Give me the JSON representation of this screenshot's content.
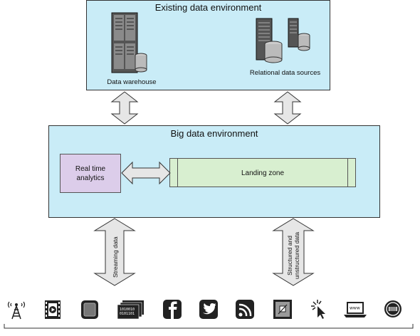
{
  "existing": {
    "title": "Existing data environment",
    "warehouse_label": "Data warehouse",
    "relational_label": "Relational data sources"
  },
  "bigdata": {
    "title": "Big data environment",
    "realtime_line1": "Real time",
    "realtime_line2": "analytics",
    "landing_label": "Landing zone"
  },
  "streams": {
    "streaming_label": "Streaming data",
    "structured_line1": "Structured and",
    "structured_line2": "unstructured data"
  },
  "source_icons": [
    "cell-tower-icon",
    "video-film-icon",
    "device-chip-icon",
    "binary-data-icon",
    "facebook-icon",
    "twitter-icon",
    "rss-feed-icon",
    "image-file-icon",
    "click-cursor-icon",
    "web-laptop-icon",
    "rfid-tag-icon"
  ],
  "colors": {
    "panel_fill": "#c9ecf7",
    "realtime_fill": "#dccdea",
    "landing_fill": "#d8efd0",
    "arrow_fill": "#e6e6e6"
  }
}
